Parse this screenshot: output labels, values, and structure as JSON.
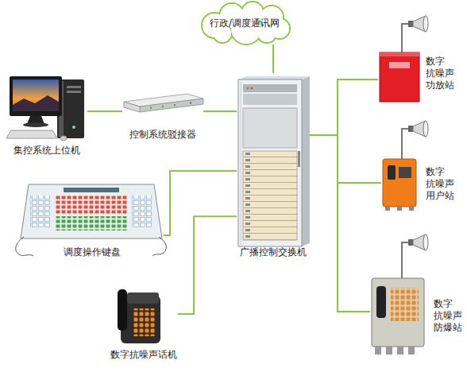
{
  "diagram": {
    "nodes": [
      {
        "text": [
          "行政/调度通讯网"
        ]
      },
      {
        "text": [
          "集控系统上位机"
        ]
      },
      {
        "text": [
          "控制系统驳接器"
        ]
      },
      {
        "text": [
          "广播控制交换机"
        ]
      },
      {
        "text": [
          "数字 抗噪声 功放站"
        ]
      },
      {
        "text": [
          "数字 抗噪声 用户站"
        ]
      },
      {
        "text": [
          "调度操作键盘"
        ]
      },
      {
        "text": [
          "数字 抗噪声 防爆站"
        ]
      },
      {
        "text": [
          "数字抗噪声话机"
        ]
      }
    ],
    "edges": [
      {
        "from": 0,
        "to": 3,
        "arrow": "none"
      },
      {
        "from": 1,
        "to": 2,
        "arrow": "none"
      },
      {
        "from": 2,
        "to": 3,
        "arrow": "none"
      },
      {
        "from": 3,
        "to": 4,
        "arrow": "none"
      },
      {
        "from": 3,
        "to": 5,
        "arrow": "none"
      },
      {
        "from": 6,
        "to": 3,
        "arrow": "none"
      },
      {
        "from": 3,
        "to": 7,
        "arrow": "none"
      },
      {
        "from": 8,
        "to": 3,
        "arrow": "none"
      }
    ]
  }
}
